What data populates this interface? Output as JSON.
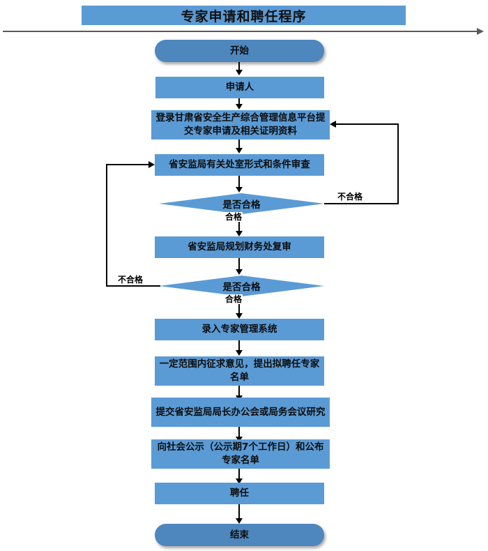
{
  "title": "专家申请和聘任程序",
  "nodes": {
    "start": "开始",
    "applicant": "申请人",
    "submit": "登录甘肃省安全生产综合管理信息平台提交专家申请及相关证明资料",
    "review1": "省安监局有关处室形式和条件审查",
    "decision1": "是否合格",
    "review2": "省安监局规划财务处复审",
    "decision2": "是否合格",
    "enter_system": "录入专家管理系统",
    "consult": "一定范围内征求意见，提出拟聘任专家名单",
    "meeting": "提交省安监局局长办公会或局务会议研究",
    "publicize": "向社会公示（公示期7个工作日）和公布专家名单",
    "appoint": "聘任",
    "end": "结束"
  },
  "edge_labels": {
    "pass1": "合格",
    "fail1": "不合格",
    "pass2": "合格",
    "fail2": "不合格"
  },
  "colors": {
    "node_fill": "#5B9BD5",
    "terminal_fill": "#4E87BD",
    "banner_fill": "#5B9BD5",
    "connector": "#000000",
    "rule": "#595959",
    "text": "#0d0d0d"
  }
}
